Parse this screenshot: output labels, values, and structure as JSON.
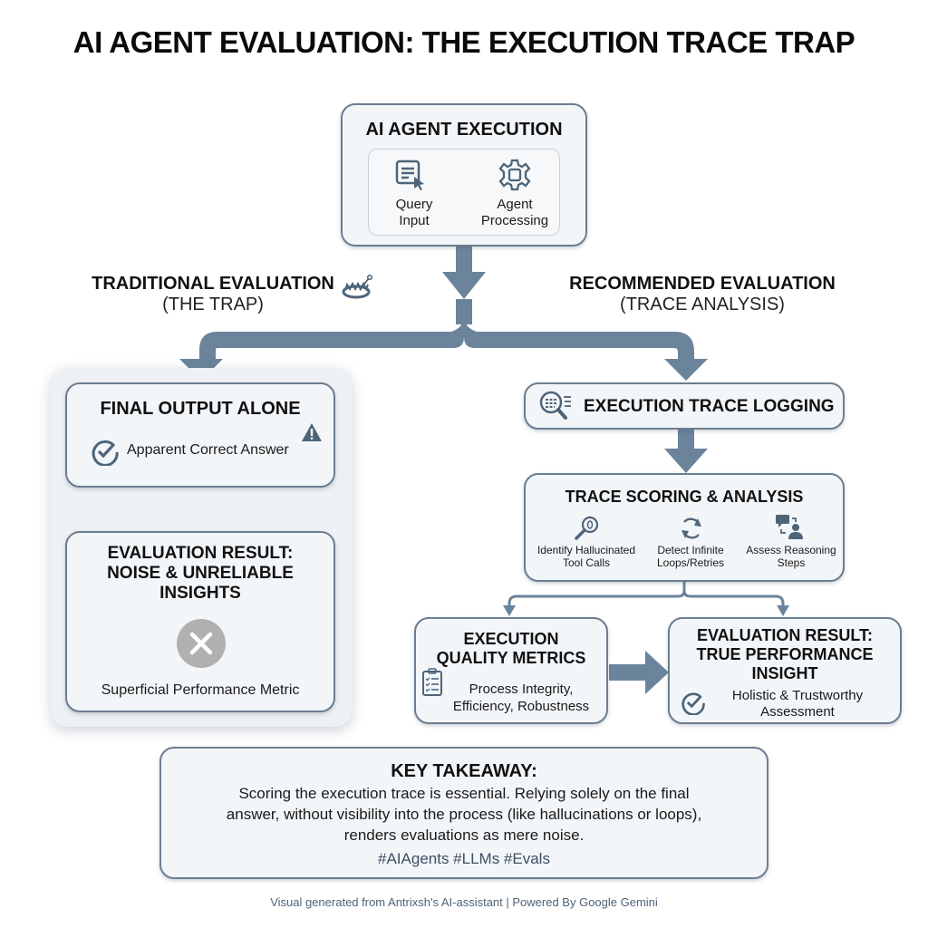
{
  "title": "AI AGENT EVALUATION: THE EXECUTION TRACE TRAP",
  "colors": {
    "arrow": "#6b849c",
    "border": "#6b7d90",
    "box_bg": "#f3f6f9",
    "icon": "#4e6479",
    "x_circle": "#b0b0b0"
  },
  "top_box": {
    "title": "AI AGENT EXECUTION",
    "items": [
      {
        "icon": "query-input-icon",
        "label_line1": "Query",
        "label_line2": "Input"
      },
      {
        "icon": "gear-icon",
        "label_line1": "Agent",
        "label_line2": "Processing"
      }
    ]
  },
  "left_branch": {
    "heading": "TRADITIONAL EVALUATION",
    "subheading": "(THE TRAP)",
    "icon": "bear-trap-icon",
    "final_output": {
      "title": "FINAL OUTPUT ALONE",
      "item": "Apparent Correct Answer",
      "warning_icon": "warning-icon"
    },
    "result": {
      "title_line1": "EVALUATION RESULT:",
      "title_line2": "NOISE & UNRELIABLE",
      "title_line3": "INSIGHTS",
      "icon": "x-circle-icon",
      "caption": "Superficial Performance Metric"
    }
  },
  "right_branch": {
    "heading": "RECOMMENDED EVALUATION",
    "subheading": "(TRACE ANALYSIS)",
    "logging": {
      "title": "EXECUTION TRACE LOGGING",
      "icon": "log-search-icon"
    },
    "scoring": {
      "title": "TRACE SCORING & ANALYSIS",
      "items": [
        {
          "icon": "magnifier-icon",
          "line1": "Identify Hallucinated",
          "line2": "Tool Calls"
        },
        {
          "icon": "refresh-loop-icon",
          "line1": "Detect Infinite",
          "line2": "Loops/Retries"
        },
        {
          "icon": "reasoning-chat-icon",
          "line1": "Assess Reasoning",
          "line2": "Steps"
        }
      ]
    },
    "metrics": {
      "title_line1": "EXECUTION",
      "title_line2": "QUALITY METRICS",
      "line1": "Process Integrity,",
      "line2": "Efficiency, Robustness"
    },
    "result": {
      "title_line1": "EVALUATION RESULT:",
      "title_line2": "TRUE PERFORMANCE",
      "title_line3": "INSIGHT",
      "line1": "Holistic & Trustworthy",
      "line2": "Assessment"
    }
  },
  "takeaway": {
    "title": "KEY TAKEAWAY:",
    "line1": "Scoring the execution trace is essential. Relying solely on the final",
    "line2": "answer, without visibility into the process (like hallucinations or loops),",
    "line3": "renders evaluations as mere noise.",
    "hashtags": "#AIAgents #LLMs #Evals"
  },
  "footer": "Visual generated from Antrixsh's AI-assistant | Powered By Google Gemini"
}
